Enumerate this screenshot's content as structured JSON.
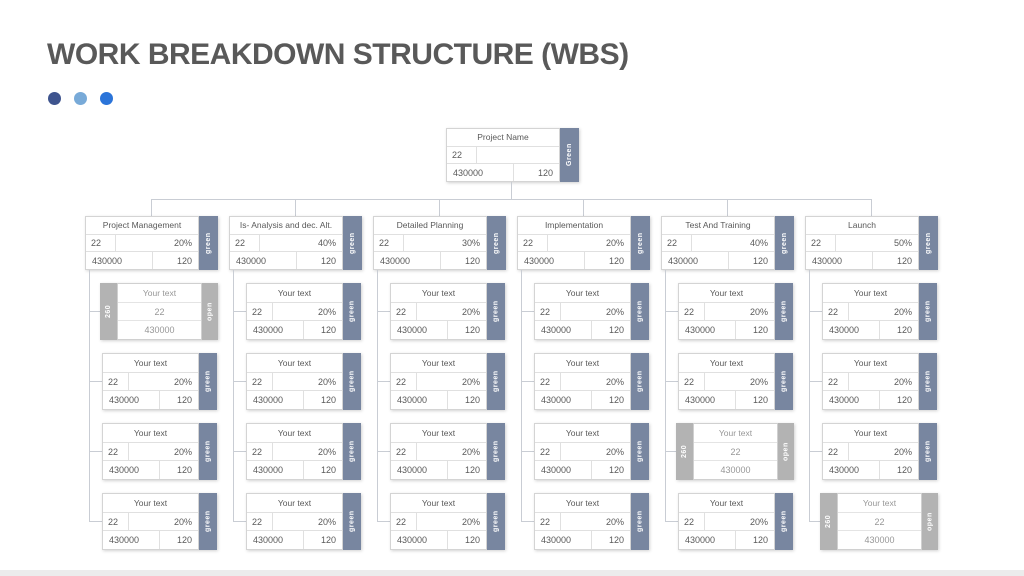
{
  "slide": {
    "title": "WORK BREAKDOWN STRUCTURE (WBS)",
    "dot_colors": [
      "#3e548e",
      "#78aad8",
      "#2b74d9"
    ]
  },
  "colors": {
    "accent_tab": "#7886a0",
    "muted_tab": "#b3b3b3",
    "connector": "#c9cdd4",
    "text": "#595959"
  },
  "root": {
    "title": "Project Name",
    "id": "22",
    "pct": "",
    "cost": "430000",
    "days": "120",
    "tag": "Green"
  },
  "columns": [
    {
      "title": "Project Management",
      "id": "22",
      "pct": "20%",
      "cost": "430000",
      "days": "120",
      "tag": "green",
      "children": [
        {
          "type": "open",
          "left_tag": "260",
          "title": "Your text",
          "id": "22",
          "cost": "430000",
          "right_tag": "open"
        },
        {
          "type": "normal",
          "title": "Your text",
          "id": "22",
          "pct": "20%",
          "cost": "430000",
          "days": "120",
          "tag": "green"
        },
        {
          "type": "normal",
          "title": "Your text",
          "id": "22",
          "pct": "20%",
          "cost": "430000",
          "days": "120",
          "tag": "green"
        },
        {
          "type": "normal",
          "title": "Your text",
          "id": "22",
          "pct": "20%",
          "cost": "430000",
          "days": "120",
          "tag": "green"
        }
      ]
    },
    {
      "title": "Is- Analysis and dec. Alt.",
      "id": "22",
      "pct": "40%",
      "cost": "430000",
      "days": "120",
      "tag": "green",
      "children": [
        {
          "type": "normal",
          "title": "Your text",
          "id": "22",
          "pct": "20%",
          "cost": "430000",
          "days": "120",
          "tag": "green"
        },
        {
          "type": "normal",
          "title": "Your text",
          "id": "22",
          "pct": "20%",
          "cost": "430000",
          "days": "120",
          "tag": "green"
        },
        {
          "type": "normal",
          "title": "Your text",
          "id": "22",
          "pct": "20%",
          "cost": "430000",
          "days": "120",
          "tag": "green"
        },
        {
          "type": "normal",
          "title": "Your text",
          "id": "22",
          "pct": "20%",
          "cost": "430000",
          "days": "120",
          "tag": "green"
        }
      ]
    },
    {
      "title": "Detailed Planning",
      "id": "22",
      "pct": "30%",
      "cost": "430000",
      "days": "120",
      "tag": "green",
      "children": [
        {
          "type": "normal",
          "title": "Your text",
          "id": "22",
          "pct": "20%",
          "cost": "430000",
          "days": "120",
          "tag": "green"
        },
        {
          "type": "normal",
          "title": "Your text",
          "id": "22",
          "pct": "20%",
          "cost": "430000",
          "days": "120",
          "tag": "green"
        },
        {
          "type": "normal",
          "title": "Your text",
          "id": "22",
          "pct": "20%",
          "cost": "430000",
          "days": "120",
          "tag": "green"
        },
        {
          "type": "normal",
          "title": "Your text",
          "id": "22",
          "pct": "20%",
          "cost": "430000",
          "days": "120",
          "tag": "green"
        }
      ]
    },
    {
      "title": "Implementation",
      "id": "22",
      "pct": "20%",
      "cost": "430000",
      "days": "120",
      "tag": "green",
      "children": [
        {
          "type": "normal",
          "title": "Your text",
          "id": "22",
          "pct": "20%",
          "cost": "430000",
          "days": "120",
          "tag": "green"
        },
        {
          "type": "normal",
          "title": "Your text",
          "id": "22",
          "pct": "20%",
          "cost": "430000",
          "days": "120",
          "tag": "green"
        },
        {
          "type": "normal",
          "title": "Your text",
          "id": "22",
          "pct": "20%",
          "cost": "430000",
          "days": "120",
          "tag": "green"
        },
        {
          "type": "normal",
          "title": "Your text",
          "id": "22",
          "pct": "20%",
          "cost": "430000",
          "days": "120",
          "tag": "green"
        }
      ]
    },
    {
      "title": "Test And Training",
      "id": "22",
      "pct": "40%",
      "cost": "430000",
      "days": "120",
      "tag": "green",
      "children": [
        {
          "type": "normal",
          "title": "Your text",
          "id": "22",
          "pct": "20%",
          "cost": "430000",
          "days": "120",
          "tag": "green"
        },
        {
          "type": "normal",
          "title": "Your text",
          "id": "22",
          "pct": "20%",
          "cost": "430000",
          "days": "120",
          "tag": "green"
        },
        {
          "type": "open",
          "left_tag": "260",
          "title": "Your text",
          "id": "22",
          "cost": "430000",
          "right_tag": "open"
        },
        {
          "type": "normal",
          "title": "Your text",
          "id": "22",
          "pct": "20%",
          "cost": "430000",
          "days": "120",
          "tag": "green"
        }
      ]
    },
    {
      "title": "Launch",
      "id": "22",
      "pct": "50%",
      "cost": "430000",
      "days": "120",
      "tag": "green",
      "children": [
        {
          "type": "normal",
          "title": "Your text",
          "id": "22",
          "pct": "20%",
          "cost": "430000",
          "days": "120",
          "tag": "green"
        },
        {
          "type": "normal",
          "title": "Your text",
          "id": "22",
          "pct": "20%",
          "cost": "430000",
          "days": "120",
          "tag": "green"
        },
        {
          "type": "normal",
          "title": "Your text",
          "id": "22",
          "pct": "20%",
          "cost": "430000",
          "days": "120",
          "tag": "green"
        },
        {
          "type": "open",
          "left_tag": "260",
          "title": "Your text",
          "id": "22",
          "cost": "430000",
          "right_tag": "open"
        }
      ]
    }
  ]
}
